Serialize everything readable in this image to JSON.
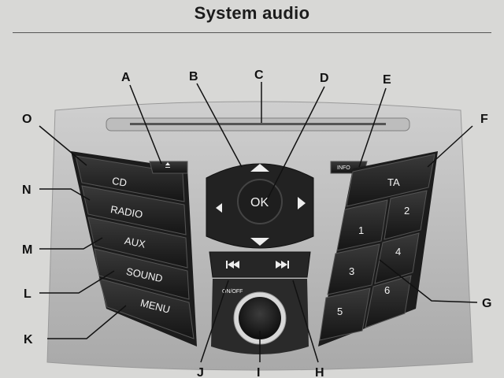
{
  "header": {
    "title": "System audio"
  },
  "callouts": {
    "A": "A",
    "B": "B",
    "C": "C",
    "D": "D",
    "E": "E",
    "F": "F",
    "G": "G",
    "H": "H",
    "I": "I",
    "J": "J",
    "K": "K",
    "L": "L",
    "M": "M",
    "N": "N",
    "O": "O"
  },
  "buttons": {
    "cd": "CD",
    "radio": "RADIO",
    "aux": "AUX",
    "sound": "SOUND",
    "menu": "MENU",
    "ok": "OK",
    "info": "INFO",
    "ta": "TA",
    "on_off": "ON/OFF"
  },
  "presets": [
    "1",
    "2",
    "3",
    "4",
    "5",
    "6"
  ]
}
